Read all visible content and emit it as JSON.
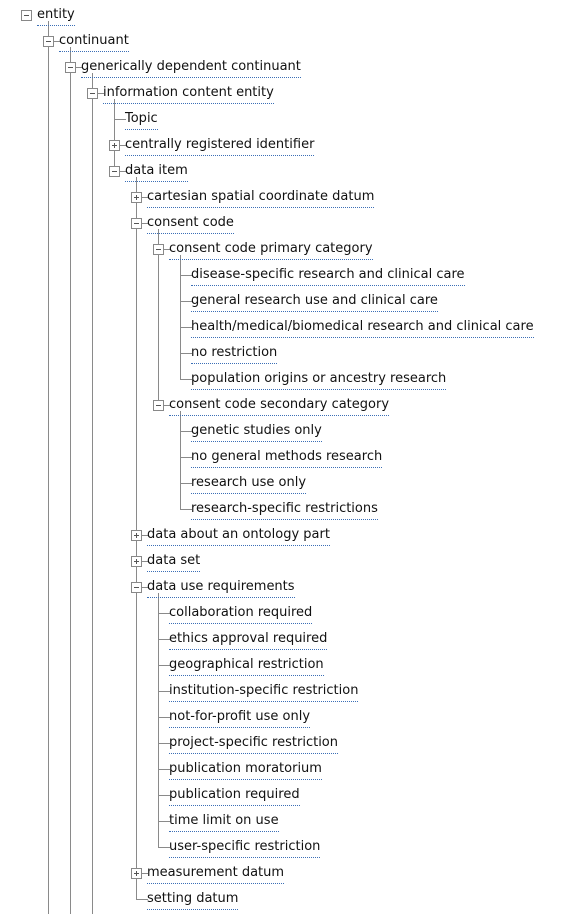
{
  "tree": {
    "label": "entity",
    "state": "expanded",
    "children": [
      {
        "label": "continuant",
        "state": "expanded",
        "children": [
          {
            "label": "generically dependent continuant",
            "state": "expanded",
            "children": [
              {
                "label": "information content entity",
                "state": "expanded",
                "children": [
                  {
                    "label": "Topic",
                    "state": "leaf"
                  },
                  {
                    "label": "centrally registered identifier",
                    "state": "collapsed"
                  },
                  {
                    "label": "data item",
                    "state": "expanded",
                    "children": [
                      {
                        "label": "cartesian spatial coordinate datum",
                        "state": "collapsed"
                      },
                      {
                        "label": "consent code",
                        "state": "expanded",
                        "children": [
                          {
                            "label": "consent code primary category",
                            "state": "expanded",
                            "children": [
                              {
                                "label": "disease-specific research and clinical care",
                                "state": "leaf"
                              },
                              {
                                "label": "general research use and clinical care",
                                "state": "leaf"
                              },
                              {
                                "label": "health/medical/biomedical research and clinical care",
                                "state": "leaf"
                              },
                              {
                                "label": "no restriction",
                                "state": "leaf"
                              },
                              {
                                "label": "population origins or ancestry research",
                                "state": "leaf"
                              }
                            ]
                          },
                          {
                            "label": "consent code secondary category",
                            "state": "expanded",
                            "children": [
                              {
                                "label": "genetic studies only",
                                "state": "leaf"
                              },
                              {
                                "label": "no general methods research",
                                "state": "leaf"
                              },
                              {
                                "label": "research use only",
                                "state": "leaf"
                              },
                              {
                                "label": "research-specific restrictions",
                                "state": "leaf"
                              }
                            ]
                          }
                        ]
                      },
                      {
                        "label": "data about an ontology part",
                        "state": "collapsed"
                      },
                      {
                        "label": "data set",
                        "state": "collapsed"
                      },
                      {
                        "label": "data use requirements",
                        "state": "expanded",
                        "children": [
                          {
                            "label": "collaboration required",
                            "state": "leaf"
                          },
                          {
                            "label": "ethics approval required",
                            "state": "leaf"
                          },
                          {
                            "label": "geographical restriction",
                            "state": "leaf"
                          },
                          {
                            "label": "institution-specific restriction",
                            "state": "leaf"
                          },
                          {
                            "label": "not-for-profit use only",
                            "state": "leaf"
                          },
                          {
                            "label": "project-specific restriction",
                            "state": "leaf"
                          },
                          {
                            "label": "publication moratorium",
                            "state": "leaf"
                          },
                          {
                            "label": "publication required",
                            "state": "leaf"
                          },
                          {
                            "label": "time limit on use",
                            "state": "leaf"
                          },
                          {
                            "label": "user-specific restriction",
                            "state": "leaf"
                          }
                        ]
                      },
                      {
                        "label": "measurement datum",
                        "state": "collapsed"
                      },
                      {
                        "label": "setting datum",
                        "state": "leaf"
                      }
                    ]
                  }
                ]
              }
            ]
          }
        ]
      }
    ]
  }
}
